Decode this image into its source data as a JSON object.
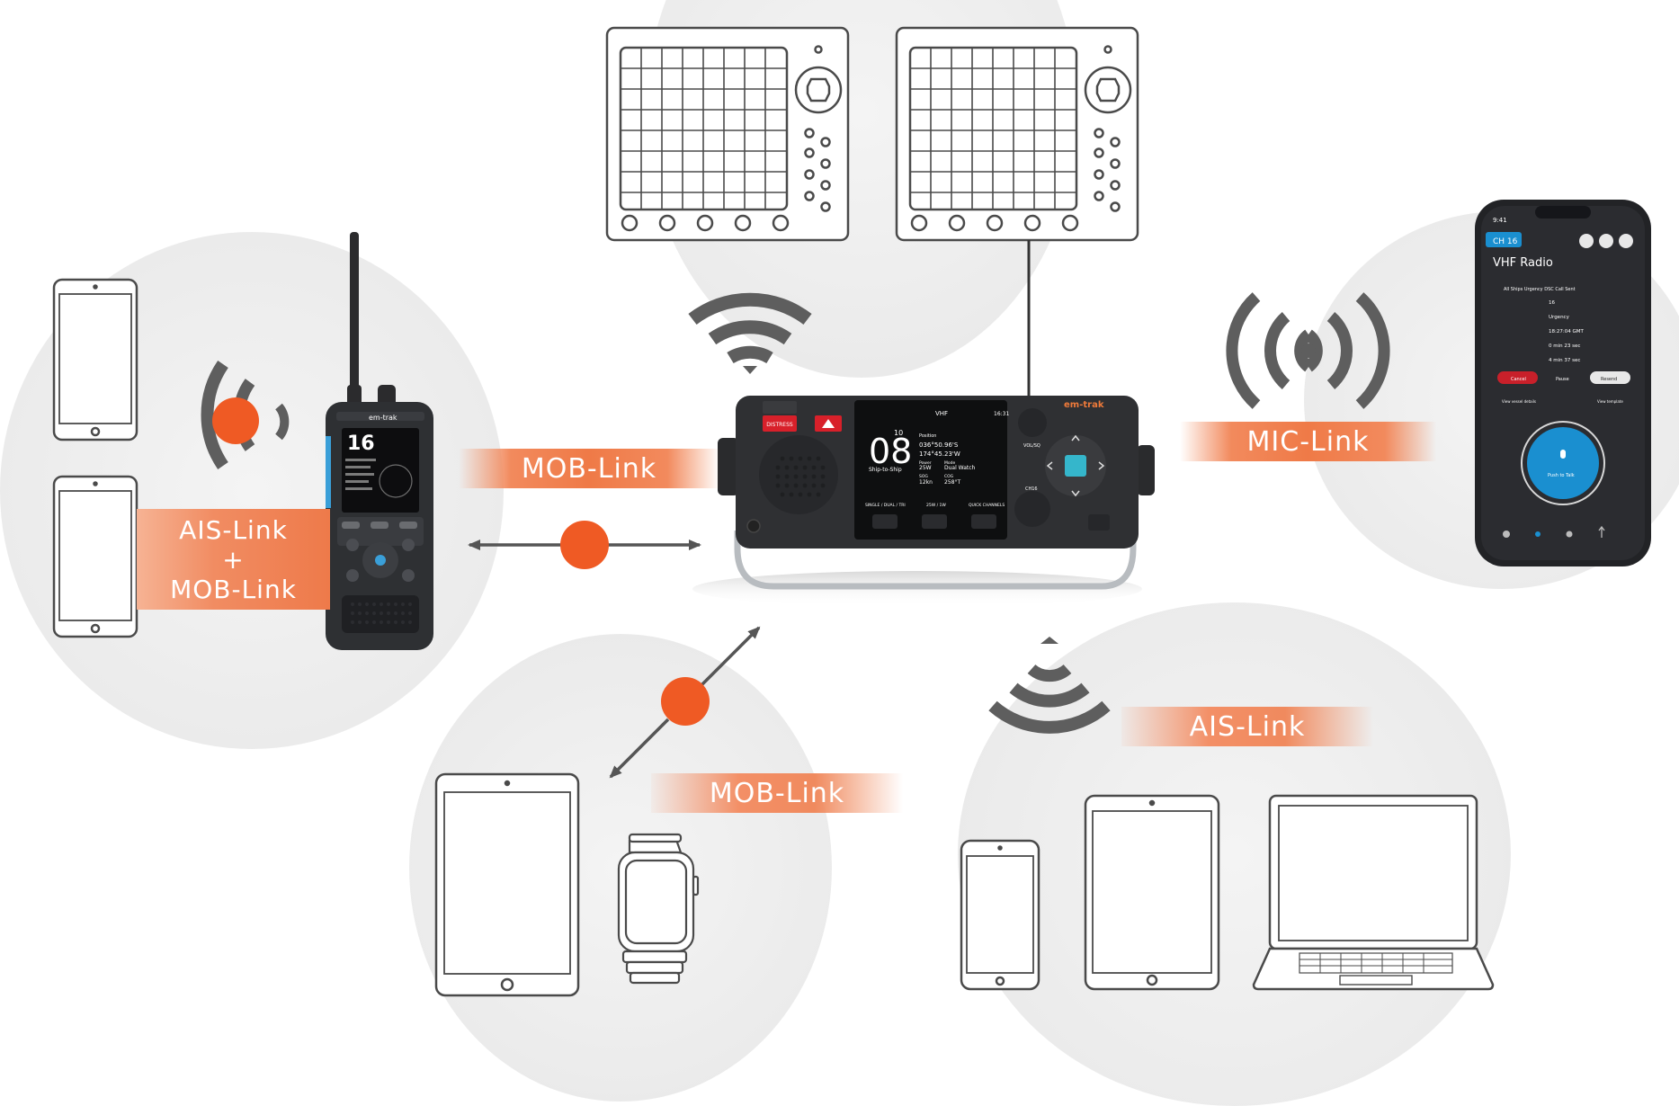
{
  "labels": {
    "mob_link_center": "MOB-Link",
    "mic_link": "MIC-Link",
    "ais_mob_line1": "AIS-Link",
    "ais_mob_plus": "+",
    "ais_mob_line2": "MOB-Link",
    "mob_link_bottom": "MOB-Link",
    "ais_link": "AIS-Link"
  },
  "colors": {
    "accent_orange": "#ef5a24",
    "band_orange": "#f08a5e",
    "bubble_gray": "#ebebeb",
    "device_dark": "#2b2b2d",
    "device_blue": "#1a8fd0",
    "signal_gray": "#5e5e5e"
  },
  "base_station": {
    "brand": "em-trak",
    "distress": "DISTRESS",
    "channel": "08",
    "channel_small": "10",
    "mode": "Ship-to-Ship",
    "band": "VHF",
    "time": "16:31",
    "position_label": "Position",
    "lat": "036°50.96'S",
    "lon": "174°45.23'W",
    "power_label": "Power",
    "power": "25W",
    "mode_label": "Mode",
    "watch": "Dual Watch",
    "sog_label": "SOG",
    "sog": "12kn",
    "cog_label": "COG",
    "cog": "258°T",
    "watch_softkey": "SINGLE / DUAL / TRI",
    "power_softkey": "25W / 1W",
    "quick_softkey": "QUICK CHANNELS",
    "vol_label": "VOL/SQ",
    "ch16_label": "CH16"
  },
  "handheld": {
    "brand": "em-trak",
    "channel": "16"
  },
  "phone": {
    "time": "9:41",
    "channel_badge": "CH 16",
    "title": "VHF Radio",
    "subtitle": "All Ships Urgency DSC Call Sent",
    "rows": [
      "16",
      "Urgency",
      "18:27:04 GMT",
      "0 min 23 sec",
      "4 min 37 sec"
    ],
    "cancel": "Cancel",
    "pause": "Pause",
    "resend": "Resend",
    "view_vessel": "View vessel details",
    "view_template": "View template",
    "ptt": "Push to Talk"
  }
}
